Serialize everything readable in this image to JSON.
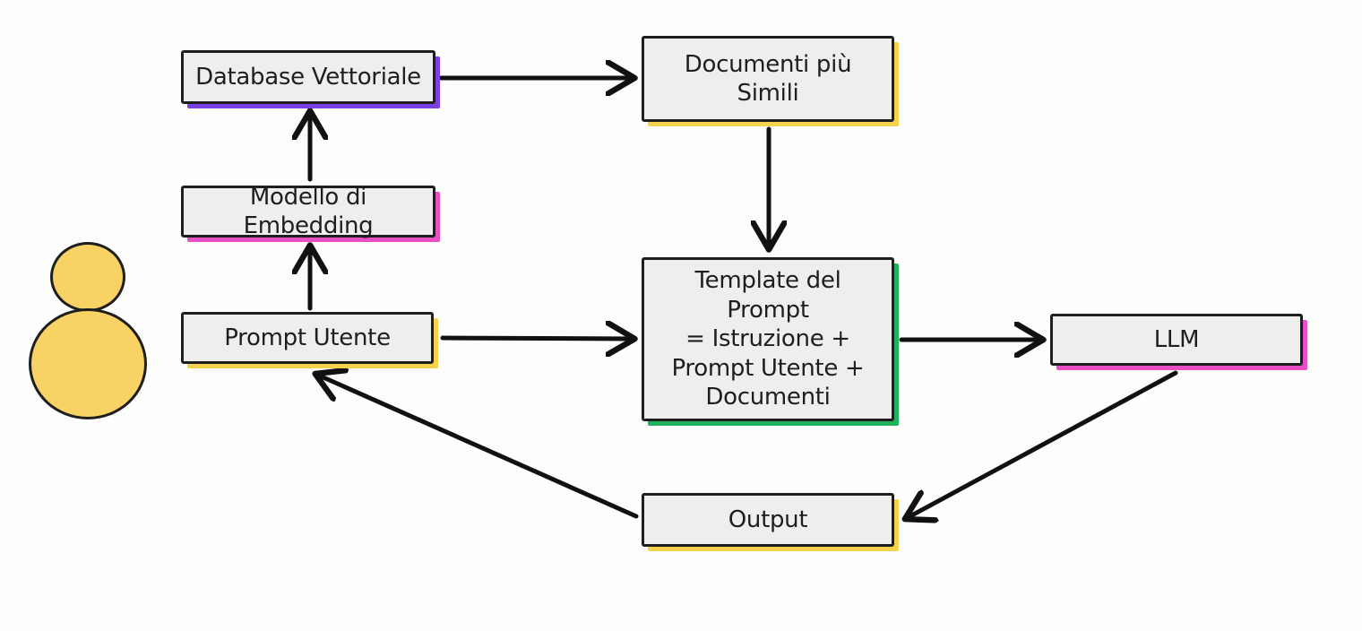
{
  "diagram": {
    "nodes": {
      "vector_db": "Database Vettoriale",
      "similar_docs_line1": "Documenti più",
      "similar_docs_line2": "Simili",
      "embedding_model": "Modello di Embedding",
      "user_prompt": "Prompt Utente",
      "template_line1": "Template del Prompt",
      "template_line2": "= Istruzione +",
      "template_line3": "Prompt Utente +",
      "template_line4": "Documenti",
      "llm": "LLM",
      "output": "Output"
    },
    "edges": [
      {
        "from": "user_prompt",
        "to": "embedding_model"
      },
      {
        "from": "embedding_model",
        "to": "vector_db"
      },
      {
        "from": "vector_db",
        "to": "similar_docs"
      },
      {
        "from": "similar_docs",
        "to": "template"
      },
      {
        "from": "user_prompt",
        "to": "template"
      },
      {
        "from": "template",
        "to": "llm"
      },
      {
        "from": "llm",
        "to": "output"
      },
      {
        "from": "output",
        "to": "user_prompt"
      }
    ],
    "icons": {
      "user": "user-icon"
    },
    "colors": {
      "box_fill": "#eeeeed",
      "stroke": "#1e1e1e",
      "purple": "#7b3fe4",
      "pink": "#e94fc4",
      "yellow": "#f5d24b",
      "green": "#1fb25a",
      "user_fill": "#f8d264"
    }
  }
}
